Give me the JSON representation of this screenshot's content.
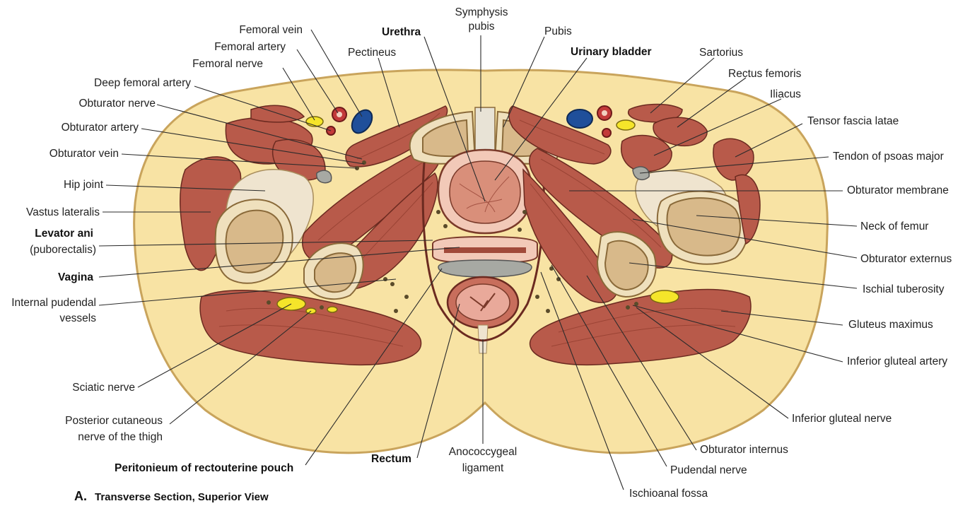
{
  "labels": {
    "symphysis_pubis_1": "Symphysis",
    "symphysis_pubis_2": "pubis",
    "femoral_vein": "Femoral vein",
    "urethra": "Urethra",
    "pubis": "Pubis",
    "femoral_artery": "Femoral artery",
    "pectineus": "Pectineus",
    "urinary_bladder": "Urinary bladder",
    "sartorius": "Sartorius",
    "femoral_nerve": "Femoral nerve",
    "rectus_femoris": "Rectus femoris",
    "deep_femoral_artery": "Deep femoral artery",
    "iliacus": "Iliacus",
    "obturator_nerve": "Obturator nerve",
    "tensor_fascia_latae": "Tensor fascia latae",
    "obturator_artery": "Obturator artery",
    "tendon_psoas_major": "Tendon of psoas major",
    "obturator_vein": "Obturator vein",
    "hip_joint": "Hip joint",
    "obturator_membrane": "Obturator membrane",
    "vastus_lateralis": "Vastus lateralis",
    "neck_of_femur": "Neck of femur",
    "levator_ani_1": "Levator ani",
    "levator_ani_2": "(puborectalis)",
    "obturator_externus": "Obturator externus",
    "vagina": "Vagina",
    "ischial_tuberosity": "Ischial tuberosity",
    "internal_pudendal_1": "Internal pudendal",
    "internal_pudendal_2": "vessels",
    "gluteus_maximus": "Gluteus maximus",
    "inferior_gluteal_artery": "Inferior gluteal artery",
    "sciatic_nerve": "Sciatic nerve",
    "inferior_gluteal_nerve": "Inferior gluteal nerve",
    "posterior_cutaneous_1": "Posterior cutaneous",
    "posterior_cutaneous_2": "nerve of the thigh",
    "obturator_internus": "Obturator internus",
    "anococcygeal_1": "Anococcygeal",
    "anococcygeal_2": "ligament",
    "rectum": "Rectum",
    "peritoneum": "Peritonieum of rectouterine pouch",
    "pudendal_nerve": "Pudendal nerve",
    "ischioanal_fossa": "Ischioanal fossa"
  },
  "caption": {
    "letter": "A.",
    "text": "Transverse Section, Superior View"
  },
  "colors": {
    "skin_fat": "#f8e3a4",
    "muscle": "#b85a4a",
    "bone": "#d8b98a",
    "vein": "#1f4f9a",
    "artery": "#c33a3a",
    "nerve": "#f5e52a"
  }
}
